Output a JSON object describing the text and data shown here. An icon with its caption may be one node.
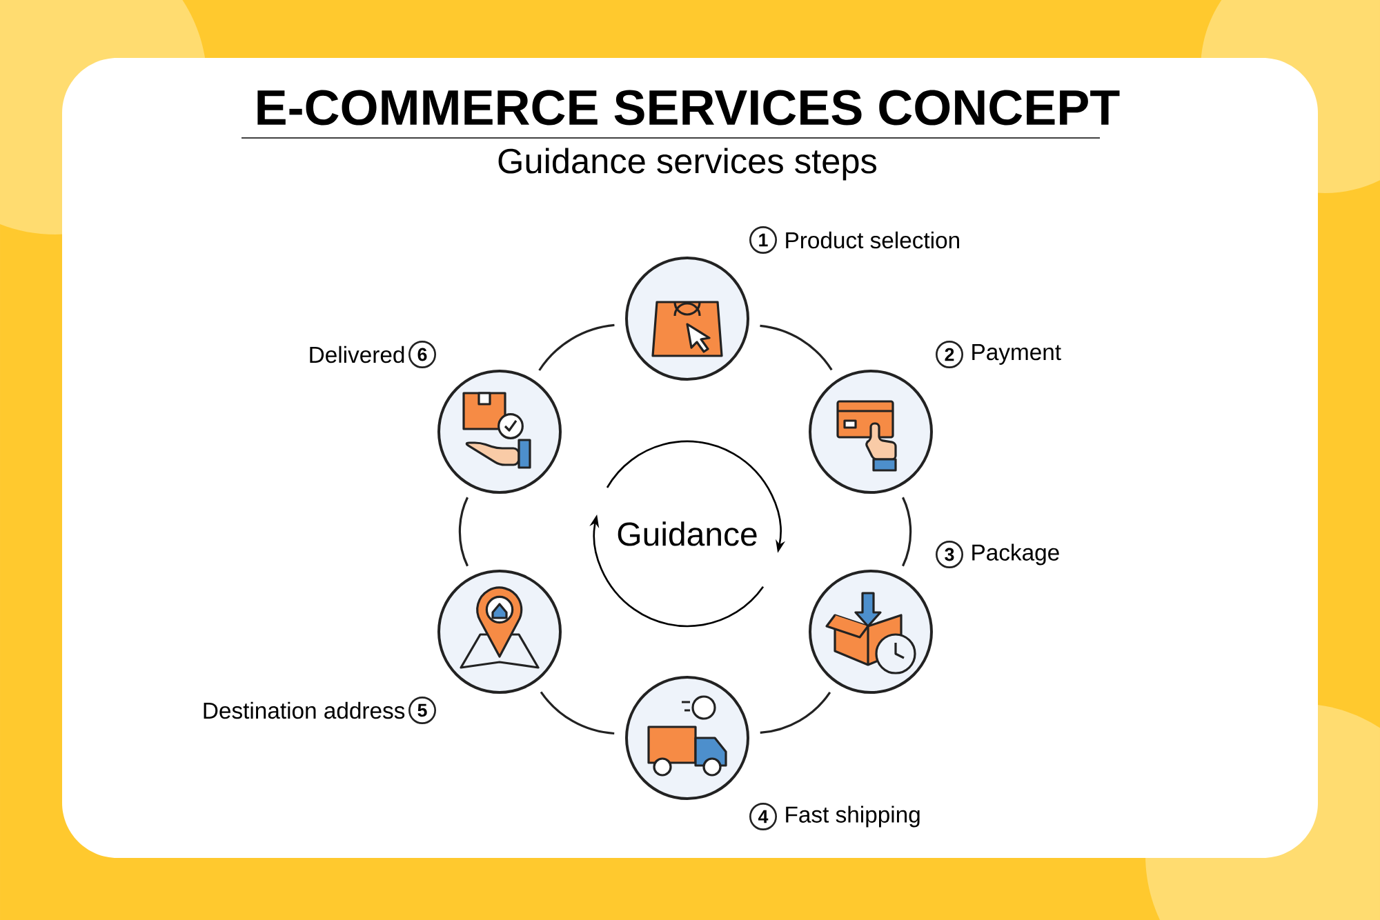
{
  "diagram": {
    "title": "E-COMMERCE SERVICES CONCEPT",
    "caption": "Guidance services steps",
    "nodes": [
      {
        "text": [],
        "shape": "circle",
        "beside": [
          "1",
          "Product selection"
        ]
      },
      {
        "text": [],
        "shape": "circle",
        "beside": [
          "2",
          "Payment"
        ]
      },
      {
        "text": [],
        "shape": "circle",
        "beside": [
          "3",
          "Package"
        ]
      },
      {
        "text": [],
        "shape": "circle",
        "beside": [
          "4",
          "Fast shipping"
        ]
      },
      {
        "text": [],
        "shape": "circle",
        "beside": [
          "5",
          "Destination address"
        ]
      },
      {
        "text": [],
        "shape": "circle",
        "beside": [
          "6",
          "Delivered"
        ]
      },
      {
        "text": [
          "Guidance"
        ]
      }
    ],
    "edges": [
      {
        "from": 0,
        "to": 1,
        "arrow": "none"
      },
      {
        "from": 1,
        "to": 2,
        "arrow": "none"
      },
      {
        "from": 2,
        "to": 3,
        "arrow": "none"
      },
      {
        "from": 3,
        "to": 4,
        "arrow": "none"
      },
      {
        "from": 4,
        "to": 5,
        "arrow": "none"
      },
      {
        "from": 5,
        "to": 0,
        "arrow": "none"
      }
    ]
  }
}
